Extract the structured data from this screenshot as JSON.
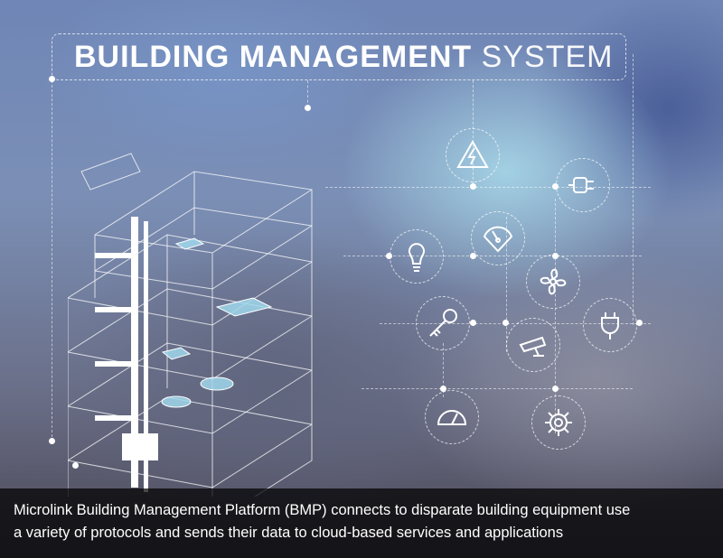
{
  "title": {
    "bold": "BUILDING MANAGEMENT",
    "light": "SYSTEM"
  },
  "icons": [
    "warning-triangle-icon",
    "electrical-plug-icon",
    "gauge-icon",
    "light-bulb-icon",
    "fan-icon",
    "key-icon",
    "security-camera-icon",
    "power-plug-icon",
    "speedometer-icon",
    "settings-gear-icon"
  ],
  "caption": {
    "line1": "Microlink Building Management Platform (BMP) connects to disparate building equipment use",
    "line2": "a variety of protocols and sends their data to cloud-based services and applications"
  },
  "colors": {
    "line": "#ffffff",
    "accent": "#9fd8e8",
    "caption_bg": "#000000"
  }
}
